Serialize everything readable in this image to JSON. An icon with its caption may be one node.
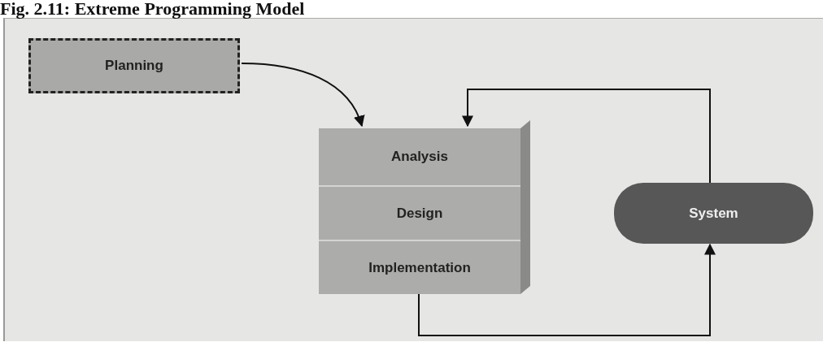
{
  "diagram": {
    "title": "Fig. 2.11: Extreme Programming Model",
    "nodes": [
      {
        "text": [
          "Planning"
        ]
      },
      {
        "text": [
          "Analysis"
        ]
      },
      {
        "text": [
          "Design"
        ]
      },
      {
        "text": [
          "Implementation"
        ]
      },
      {
        "text": [
          "System"
        ]
      }
    ],
    "edges": [
      {
        "from": 0,
        "to": 1,
        "arrow": "to"
      },
      {
        "from": 3,
        "to": 4,
        "arrow": "to"
      },
      {
        "from": 4,
        "to": 1,
        "arrow": "to"
      }
    ]
  }
}
